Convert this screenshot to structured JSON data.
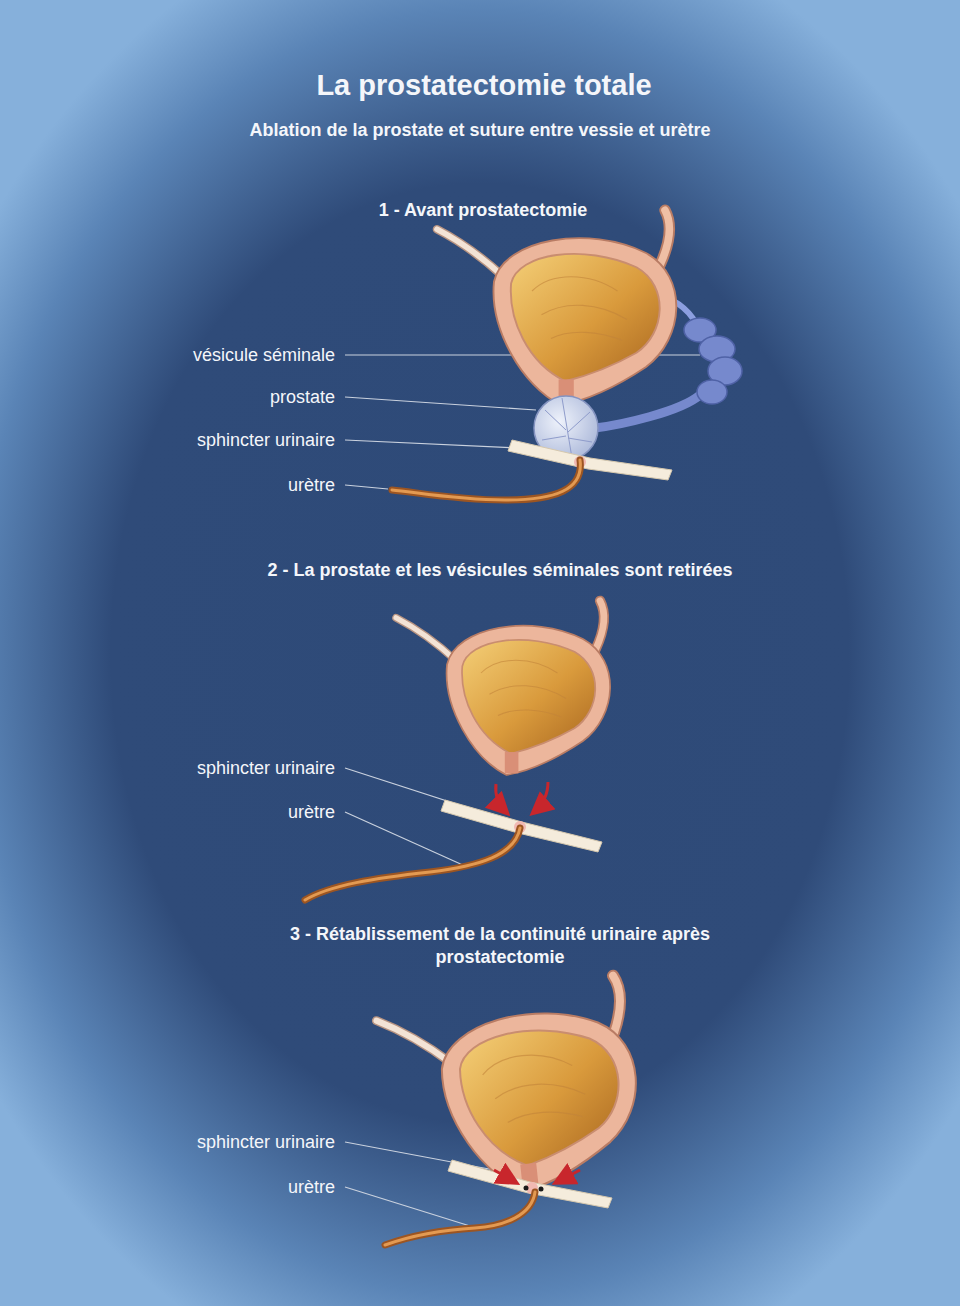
{
  "diagram": {
    "title": "La prostatectomie totale",
    "labels": [
      "Ablation de la prostate et suture entre vessie et urètre",
      "1 - Avant prostatectomie",
      "vésicule séminale",
      "prostate",
      "sphincter urinaire",
      "urètre",
      "2 - La prostate et les vésicules séminales sont retirées",
      "sphincter urinaire",
      "urètre",
      "3 - Rétablissement de la continuité urinaire après prostatectomie",
      "sphincter urinaire",
      "urètre"
    ]
  }
}
